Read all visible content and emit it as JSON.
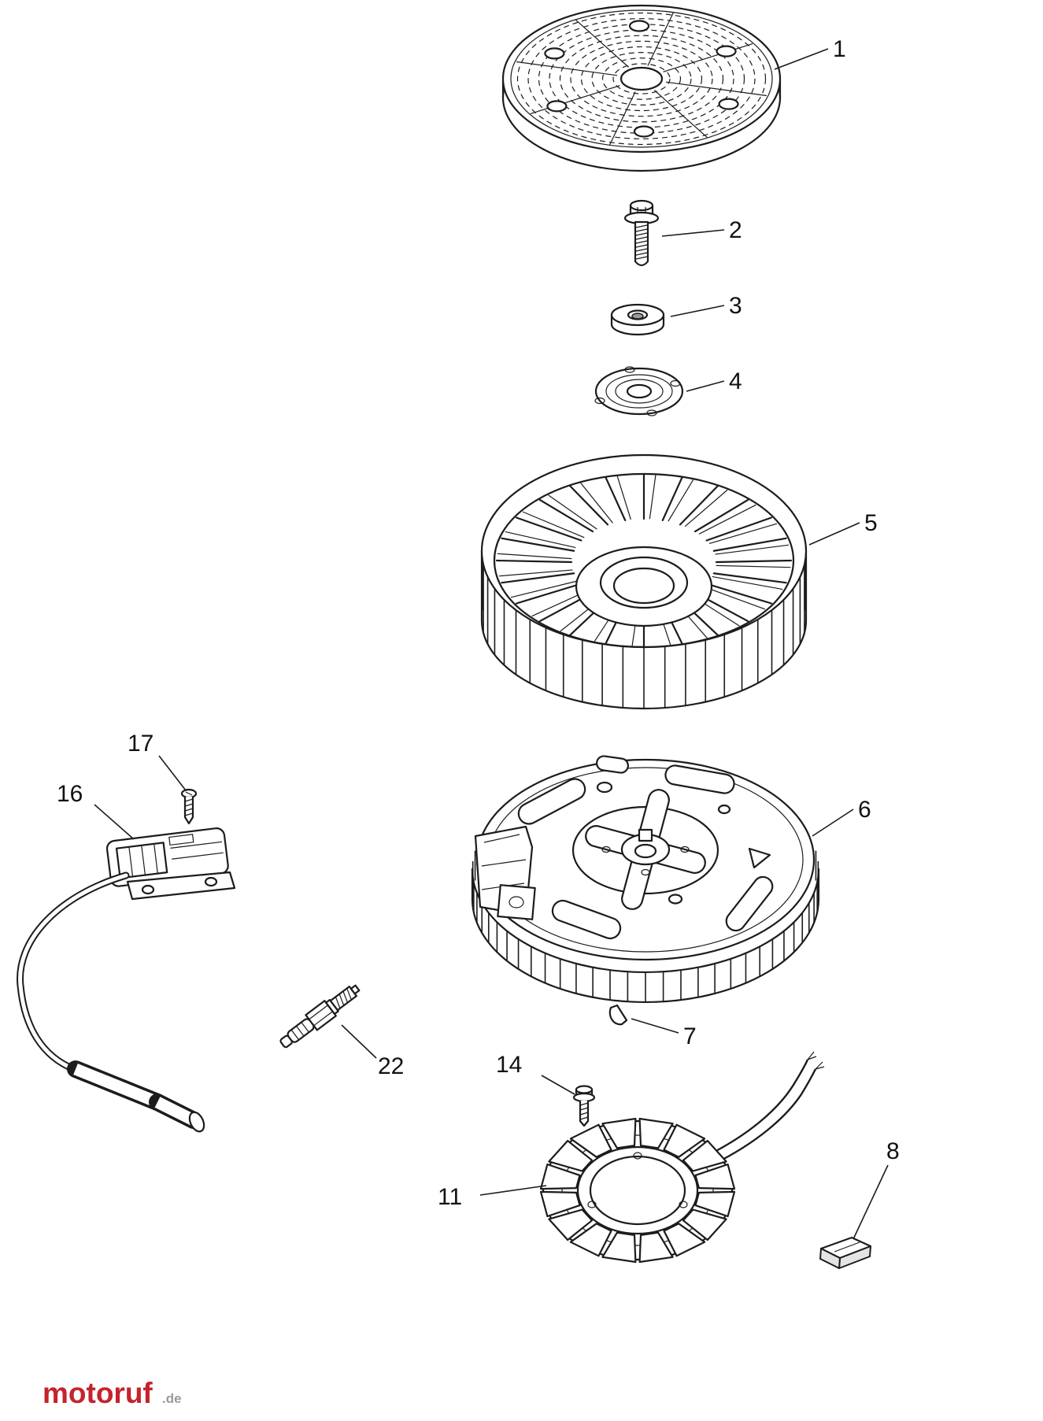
{
  "labels": {
    "1": "1",
    "2": "2",
    "3": "3",
    "4": "4",
    "5": "5",
    "6": "6",
    "7": "7",
    "8": "8",
    "11": "11",
    "14": "14",
    "16": "16",
    "17": "17",
    "22": "22"
  },
  "watermark": {
    "text": "motoruf",
    "suffix": ".de",
    "color": "#c5232c",
    "suffix_color": "#9a9a9a"
  },
  "style": {
    "ink": "#1c1c1c",
    "background": "#ffffff"
  }
}
